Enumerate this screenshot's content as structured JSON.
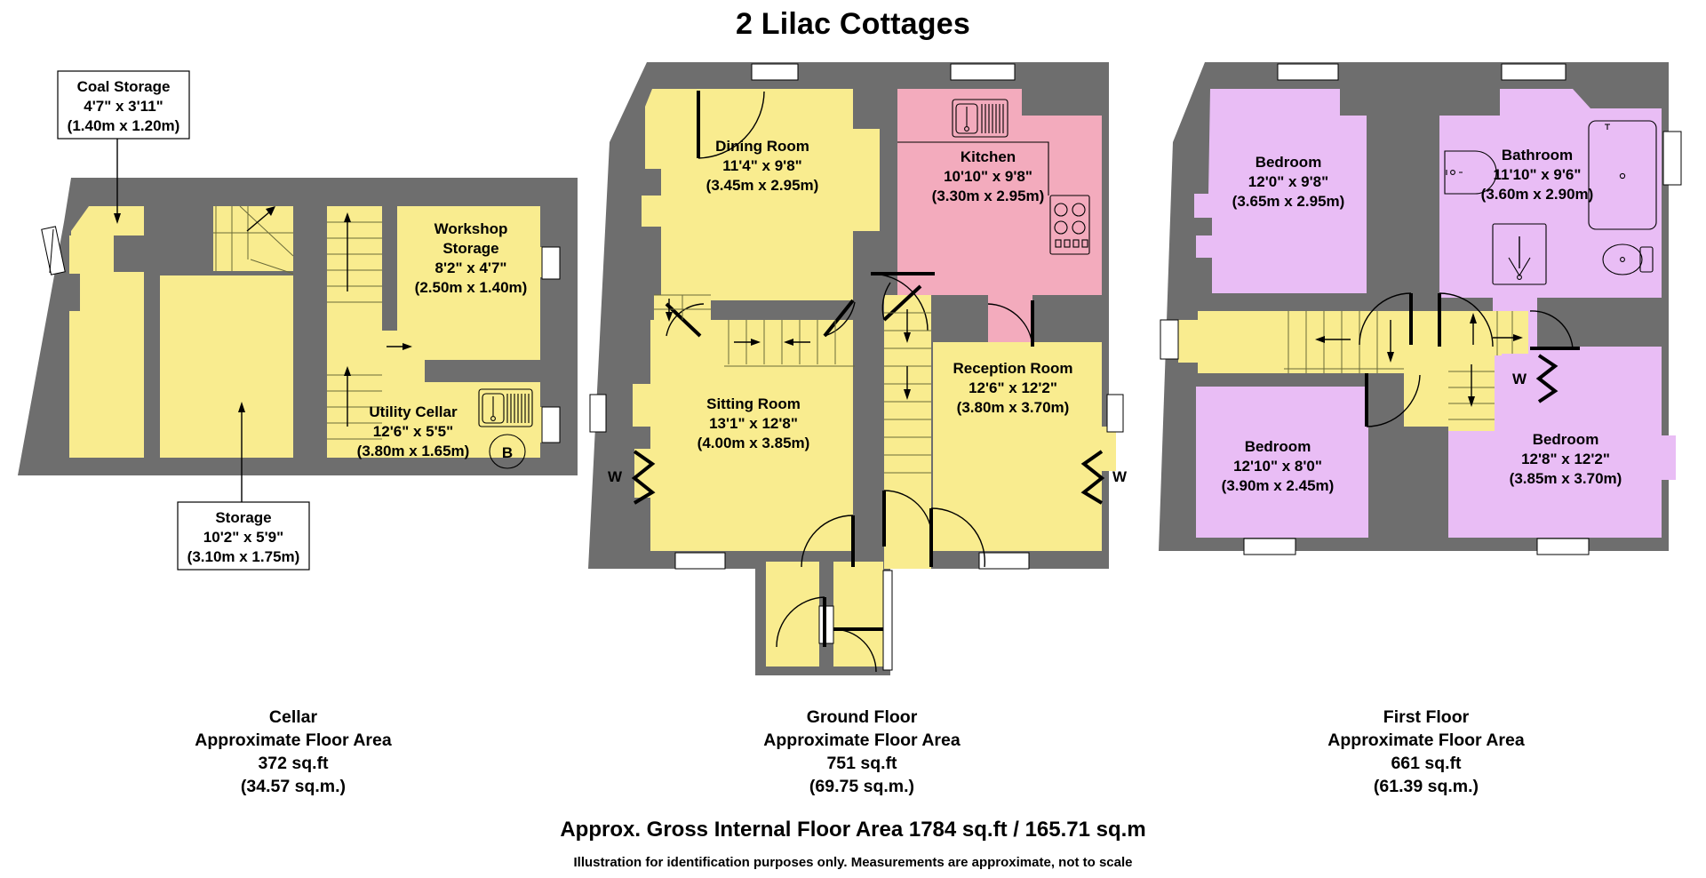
{
  "title": "2 Lilac Cottages",
  "gross_area_text": "Approx. Gross Internal Floor Area 1784 sq.ft / 165.71 sq.m",
  "disclaimer": "Illustration for identification purposes only. Measurements are approximate, not to scale",
  "colors": {
    "wall": "#6e6e6e",
    "room_yellow": "#f9ec8f",
    "room_pink": "#f3abbd",
    "room_lilac": "#e9bdf5",
    "window": "#ffffff",
    "text": "#000000"
  },
  "floors": [
    {
      "key": "cellar",
      "caption_name": "Cellar",
      "caption_area_label": "Approximate Floor Area",
      "caption_sqft": "372 sq.ft",
      "caption_sqm": "(34.57 sq.m.)",
      "caption_full": "Cellar\nApproximate Floor Area\n372 sq.ft\n(34.57 sq.m.)",
      "rooms": [
        {
          "name": "Coal Storage",
          "dim_imperial": "4'7\" x 3'11\"",
          "dim_metric": "(1.40m x 1.20m)",
          "callout": true
        },
        {
          "name": "Storage",
          "dim_imperial": "10'2\" x 5'9\"",
          "dim_metric": "(3.10m x 1.75m)",
          "callout": true
        },
        {
          "name": "Workshop Storage",
          "name_line1": "Workshop",
          "name_line2": "Storage",
          "dim_imperial": "8'2\" x 4'7\"",
          "dim_metric": "(2.50m x 1.40m)",
          "callout": false
        },
        {
          "name": "Utility Cellar",
          "dim_imperial": "12'6\" x 5'5\"",
          "dim_metric": "(3.80m x 1.65m)",
          "callout": false
        }
      ],
      "markers": [
        {
          "label": "B",
          "meaning": "boiler"
        }
      ]
    },
    {
      "key": "ground",
      "caption_name": "Ground Floor",
      "caption_area_label": "Approximate Floor Area",
      "caption_sqft": "751 sq.ft",
      "caption_sqm": "(69.75 sq.m.)",
      "caption_full": "Ground Floor\nApproximate Floor Area\n751 sq.ft\n(69.75 sq.m.)",
      "rooms": [
        {
          "name": "Dining Room",
          "dim_imperial": "11'4\" x 9'8\"",
          "dim_metric": "(3.45m x 2.95m)",
          "callout": false
        },
        {
          "name": "Kitchen",
          "dim_imperial": "10'10\" x 9'8\"",
          "dim_metric": "(3.30m x 2.95m)",
          "callout": false
        },
        {
          "name": "Sitting Room",
          "dim_imperial": "13'1\" x 12'8\"",
          "dim_metric": "(4.00m x 3.85m)",
          "callout": false
        },
        {
          "name": "Reception Room",
          "dim_imperial": "12'6\" x 12'2\"",
          "dim_metric": "(3.80m x 3.70m)",
          "callout": false
        }
      ],
      "markers": [
        {
          "label": "W",
          "meaning": "wardrobe-left"
        },
        {
          "label": "W",
          "meaning": "wardrobe-right"
        }
      ]
    },
    {
      "key": "first",
      "caption_name": "First Floor",
      "caption_area_label": "Approximate Floor Area",
      "caption_sqft": "661 sq.ft",
      "caption_sqm": "(61.39 sq.m.)",
      "caption_full": "First Floor\nApproximate Floor Area\n661 sq.ft\n(61.39 sq.m.)",
      "rooms": [
        {
          "name": "Bedroom",
          "dim_imperial": "12'0\" x 9'8\"",
          "dim_metric": "(3.65m x 2.95m)",
          "callout": false
        },
        {
          "name": "Bathroom",
          "dim_imperial": "11'10\" x 9'6\"",
          "dim_metric": "(3.60m x 2.90m)",
          "callout": false
        },
        {
          "name": "Bedroom",
          "dim_imperial": "12'10\" x 8'0\"",
          "dim_metric": "(3.90m x 2.45m)",
          "callout": false
        },
        {
          "name": "Bedroom",
          "dim_imperial": "12'8\" x 12'2\"",
          "dim_metric": "(3.85m x 3.70m)",
          "callout": false
        }
      ],
      "markers": [
        {
          "label": "W",
          "meaning": "wardrobe"
        }
      ]
    }
  ]
}
